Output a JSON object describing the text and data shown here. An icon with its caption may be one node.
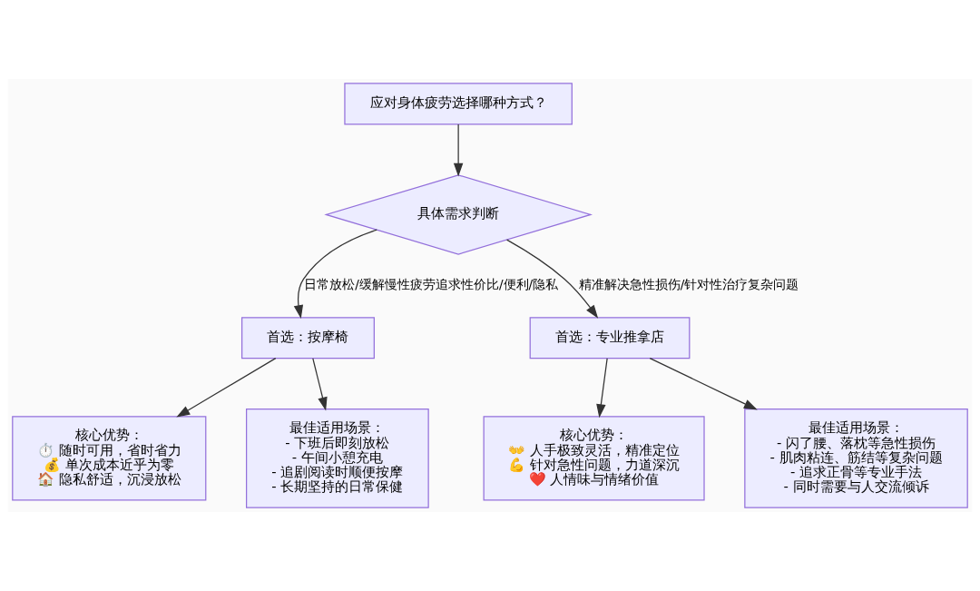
{
  "diagram": {
    "nodes": [
      {
        "text": [
          "应对身体疲劳选择哪种方式？"
        ]
      },
      {
        "text": [
          "具体需求判断"
        ]
      },
      {
        "text": [
          "首选：按摩椅"
        ]
      },
      {
        "text": [
          "首选：专业推拿店"
        ]
      },
      {
        "text": [
          "核心优势：",
          "⏱️ 随时可用，省时省力",
          "💰 单次成本近乎为零",
          "🏠 隐私舒适，沉浸放松"
        ]
      },
      {
        "text": [
          "最佳适用场景：",
          "- 下班后即刻放松",
          "- 午间小憩充电",
          "- 追剧阅读时顺便按摩",
          "- 长期坚持的日常保健"
        ]
      },
      {
        "text": [
          "核心优势：",
          "👐 人手极致灵活，精准定位",
          "💪 针对急性问题，力道深沉",
          "❤️ 人情味与情绪价值"
        ]
      },
      {
        "text": [
          "最佳适用场景：",
          "- 闪了腰、落枕等急性损伤",
          "- 肌肉粘连、筋结等复杂问题",
          "- 追求正骨等专业手法",
          "- 同时需要与人交流倾诉"
        ]
      }
    ],
    "edges": [
      {
        "from": 0,
        "to": 1,
        "arrow": "to"
      },
      {
        "from": 1,
        "to": 2,
        "arrow": "to",
        "label": "日常放松/缓解慢性疲劳追求性价比/便利/隐私"
      },
      {
        "from": 1,
        "to": 3,
        "arrow": "to",
        "label": "精准解决急性损伤/针对性治疗复杂问题"
      },
      {
        "from": 2,
        "to": 4,
        "arrow": "to"
      },
      {
        "from": 2,
        "to": 5,
        "arrow": "to"
      },
      {
        "from": 3,
        "to": 6,
        "arrow": "to"
      },
      {
        "from": 3,
        "to": 7,
        "arrow": "to"
      }
    ]
  }
}
